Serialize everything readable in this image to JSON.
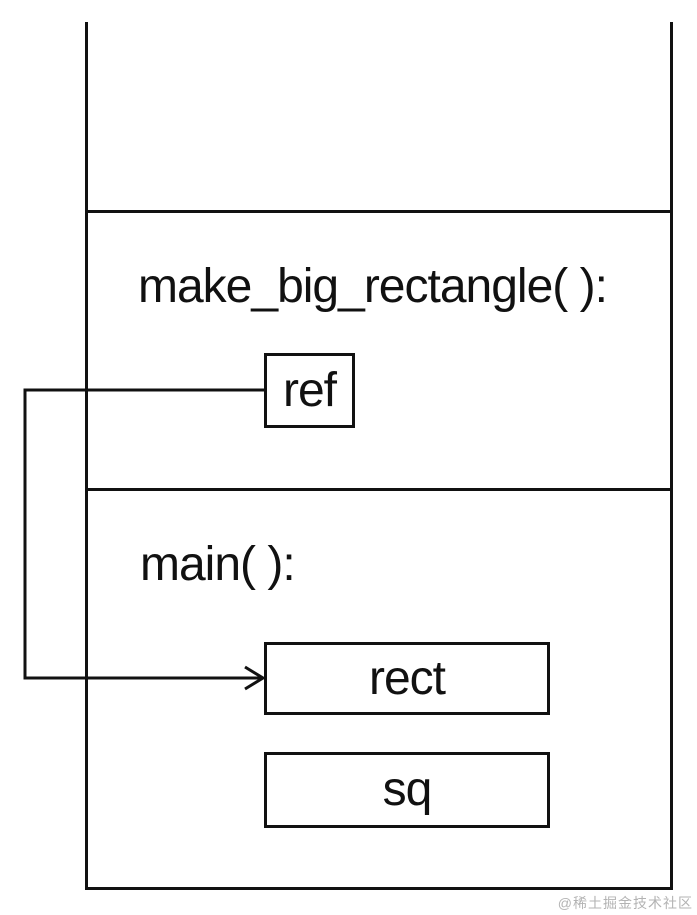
{
  "stack": {
    "frames": [
      {
        "id": "top-empty",
        "title": "",
        "variables": []
      },
      {
        "id": "make_big_rectangle",
        "title": "make_big_rectangle( ):",
        "variables": [
          {
            "name": "ref"
          }
        ]
      },
      {
        "id": "main",
        "title": "main( ):",
        "variables": [
          {
            "name": "rect"
          },
          {
            "name": "sq"
          }
        ]
      }
    ]
  },
  "arrow": {
    "from_variable": "ref",
    "to_variable": "rect"
  },
  "colors": {
    "line": "#111111",
    "background": "#ffffff",
    "watermark": "#b3b3b3"
  },
  "watermark": {
    "text": "@稀土掘金技术社区"
  }
}
